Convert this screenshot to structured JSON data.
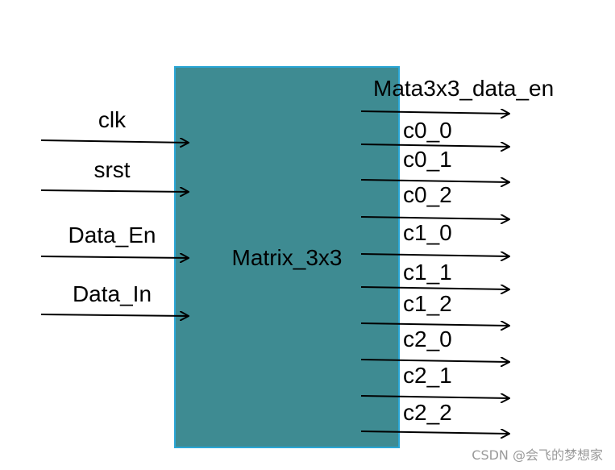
{
  "diagram": {
    "block": {
      "label": "Matrix_3x3",
      "fill_color": "#3e8b92",
      "border_color": "#2aa6d6"
    },
    "inputs": [
      {
        "id": "clk",
        "label": "clk"
      },
      {
        "id": "srst",
        "label": "srst"
      },
      {
        "id": "data-en",
        "label": "Data_En"
      },
      {
        "id": "data-in",
        "label": "Data_In"
      }
    ],
    "outputs": [
      {
        "id": "mata3x3-data-en",
        "label": "Mata3x3_data_en"
      },
      {
        "id": "c0-0",
        "label": "c0_0"
      },
      {
        "id": "c0-1",
        "label": "c0_1"
      },
      {
        "id": "c0-2",
        "label": "c0_2"
      },
      {
        "id": "c1-0",
        "label": "c1_0"
      },
      {
        "id": "c1-1",
        "label": "c1_1"
      },
      {
        "id": "c1-2",
        "label": "c1_2"
      },
      {
        "id": "c2-0",
        "label": "c2_0"
      },
      {
        "id": "c2-1",
        "label": "c2_1"
      },
      {
        "id": "c2-2",
        "label": "c2_2"
      }
    ],
    "arrow_color": "#000000"
  },
  "watermark": "CSDN @会飞的梦想家"
}
